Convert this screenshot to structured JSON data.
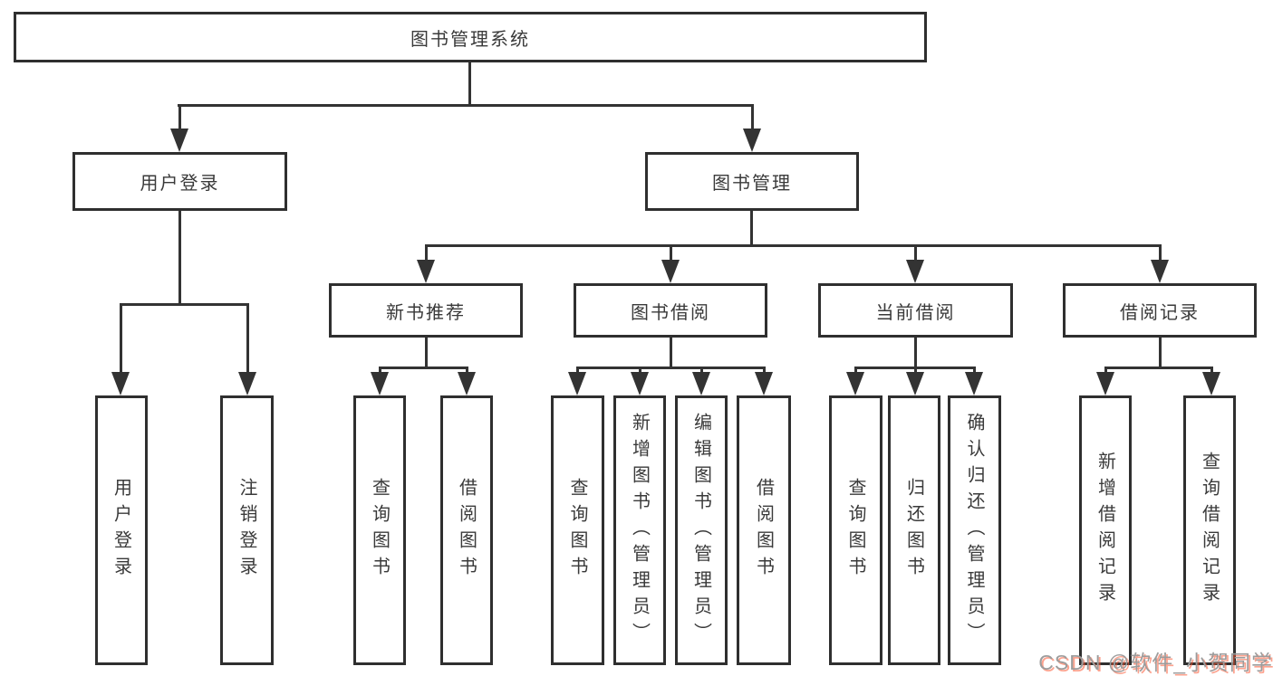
{
  "colors": {
    "background": "#ffffff",
    "line": "#333333",
    "box_border": "#2f2f2f",
    "text": "#3a3a3a",
    "watermark_gray": "#9c9c9c",
    "watermark_red": "#fc5531"
  },
  "diagram": {
    "root": {
      "label": "图书管理系统"
    },
    "level2": {
      "user_login": {
        "label": "用户登录"
      },
      "book_management": {
        "label": "图书管理"
      }
    },
    "level3": {
      "new_book_recommend": {
        "label": "新书推荐"
      },
      "book_borrowing": {
        "label": "图书借阅"
      },
      "current_borrowing": {
        "label": "当前借阅"
      },
      "borrowing_records": {
        "label": "借阅记录"
      }
    },
    "leaves": {
      "user_login": [
        {
          "label": "用户登录"
        },
        {
          "label": "注销登录"
        }
      ],
      "new_book_recommend": [
        {
          "label": "查询图书"
        },
        {
          "label": "借阅图书"
        }
      ],
      "book_borrowing": [
        {
          "label": "查询图书"
        },
        {
          "label": "新增图书（管理员）"
        },
        {
          "label": "编辑图书（管理员）"
        },
        {
          "label": "借阅图书"
        }
      ],
      "current_borrowing": [
        {
          "label": "查询图书"
        },
        {
          "label": "归还图书"
        },
        {
          "label": "确认归还（管理员）"
        }
      ],
      "borrowing_records": [
        {
          "label": "新增借阅记录"
        },
        {
          "label": "查询借阅记录"
        }
      ]
    }
  },
  "watermark": {
    "text": "CSDN @软件_小贺同学"
  }
}
